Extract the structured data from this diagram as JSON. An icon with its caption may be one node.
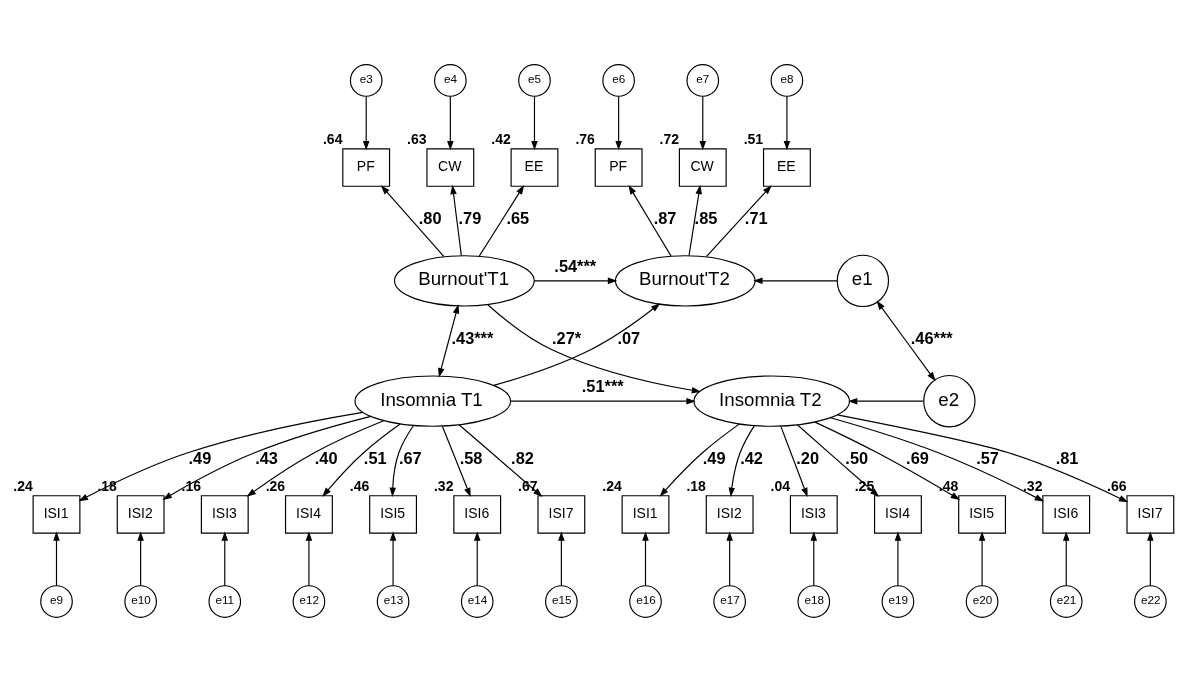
{
  "diagram": {
    "nodes": [
      {
        "text": [
          "e3"
        ]
      },
      {
        "text": [
          "e4"
        ]
      },
      {
        "text": [
          "e5"
        ]
      },
      {
        "text": [
          "e6"
        ]
      },
      {
        "text": [
          "e7"
        ]
      },
      {
        "text": [
          "e8"
        ]
      },
      {
        "text": [
          "PF"
        ],
        "beside": [
          ".64"
        ]
      },
      {
        "text": [
          "CW"
        ],
        "beside": [
          ".63"
        ]
      },
      {
        "text": [
          "EE"
        ],
        "beside": [
          ".42"
        ]
      },
      {
        "text": [
          "PF"
        ],
        "beside": [
          ".76"
        ]
      },
      {
        "text": [
          "CW"
        ],
        "beside": [
          ".72"
        ]
      },
      {
        "text": [
          "EE"
        ],
        "beside": [
          ".51"
        ]
      },
      {
        "text": [
          "Burnout'T1"
        ]
      },
      {
        "text": [
          "Burnout'T2"
        ]
      },
      {
        "text": [
          "e1"
        ]
      },
      {
        "text": [
          "Insomnia T1"
        ]
      },
      {
        "text": [
          "Insomnia T2"
        ]
      },
      {
        "text": [
          "e2"
        ]
      },
      {
        "text": [
          "ISI1"
        ],
        "beside": [
          ".24"
        ]
      },
      {
        "text": [
          "ISI2"
        ],
        "beside": [
          ".18"
        ]
      },
      {
        "text": [
          "ISI3"
        ],
        "beside": [
          ".16"
        ]
      },
      {
        "text": [
          "ISI4"
        ],
        "beside": [
          ".26"
        ]
      },
      {
        "text": [
          "ISI5"
        ],
        "beside": [
          ".46"
        ]
      },
      {
        "text": [
          "ISI6"
        ],
        "beside": [
          ".32"
        ]
      },
      {
        "text": [
          "ISI7"
        ],
        "beside": [
          ".67"
        ]
      },
      {
        "text": [
          "ISI1"
        ],
        "beside": [
          ".24"
        ]
      },
      {
        "text": [
          "ISI2"
        ],
        "beside": [
          ".18"
        ]
      },
      {
        "text": [
          "ISI3"
        ],
        "beside": [
          ".04"
        ]
      },
      {
        "text": [
          "ISI4"
        ],
        "beside": [
          ".25"
        ]
      },
      {
        "text": [
          "ISI5"
        ],
        "beside": [
          ".48"
        ]
      },
      {
        "text": [
          "ISI6"
        ],
        "beside": [
          ".32"
        ]
      },
      {
        "text": [
          "ISI7"
        ],
        "beside": [
          ".66"
        ]
      },
      {
        "text": [
          "e9"
        ]
      },
      {
        "text": [
          "e10"
        ]
      },
      {
        "text": [
          "e11"
        ]
      },
      {
        "text": [
          "e12"
        ]
      },
      {
        "text": [
          "e13"
        ]
      },
      {
        "text": [
          "e14"
        ]
      },
      {
        "text": [
          "e15"
        ]
      },
      {
        "text": [
          "e16"
        ]
      },
      {
        "text": [
          "e17"
        ]
      },
      {
        "text": [
          "e18"
        ]
      },
      {
        "text": [
          "e19"
        ]
      },
      {
        "text": [
          "e20"
        ]
      },
      {
        "text": [
          "e21"
        ]
      },
      {
        "text": [
          "e22"
        ]
      }
    ],
    "edges": [
      {
        "from": 0,
        "to": 6,
        "arrow": "to"
      },
      {
        "from": 1,
        "to": 7,
        "arrow": "to"
      },
      {
        "from": 2,
        "to": 8,
        "arrow": "to"
      },
      {
        "from": 3,
        "to": 9,
        "arrow": "to"
      },
      {
        "from": 4,
        "to": 10,
        "arrow": "to"
      },
      {
        "from": 5,
        "to": 11,
        "arrow": "to"
      },
      {
        "from": 12,
        "to": 6,
        "arrow": "to",
        "label": ".80"
      },
      {
        "from": 12,
        "to": 7,
        "arrow": "to",
        "label": ".79"
      },
      {
        "from": 12,
        "to": 8,
        "arrow": "to",
        "label": ".65"
      },
      {
        "from": 13,
        "to": 9,
        "arrow": "to",
        "label": ".87"
      },
      {
        "from": 13,
        "to": 10,
        "arrow": "to",
        "label": ".85"
      },
      {
        "from": 13,
        "to": 11,
        "arrow": "to",
        "label": ".71"
      },
      {
        "from": 12,
        "to": 13,
        "arrow": "to",
        "label": ".54***"
      },
      {
        "from": 12,
        "to": 16,
        "arrow": "to",
        "label": ".27*"
      },
      {
        "from": 15,
        "to": 13,
        "arrow": "to",
        "label": ".07"
      },
      {
        "from": 15,
        "to": 16,
        "arrow": "to",
        "label": ".51***"
      },
      {
        "from": 12,
        "to": 15,
        "arrow": "both",
        "label": ".43***"
      },
      {
        "from": 14,
        "to": 13,
        "arrow": "to"
      },
      {
        "from": 17,
        "to": 16,
        "arrow": "to"
      },
      {
        "from": 14,
        "to": 17,
        "arrow": "both",
        "label": ".46***"
      },
      {
        "from": 15,
        "to": 18,
        "arrow": "to",
        "label": ".49"
      },
      {
        "from": 15,
        "to": 19,
        "arrow": "to",
        "label": ".43"
      },
      {
        "from": 15,
        "to": 20,
        "arrow": "to",
        "label": ".40"
      },
      {
        "from": 15,
        "to": 21,
        "arrow": "to",
        "label": ".51"
      },
      {
        "from": 15,
        "to": 22,
        "arrow": "to",
        "label": ".67"
      },
      {
        "from": 15,
        "to": 23,
        "arrow": "to",
        "label": ".58"
      },
      {
        "from": 15,
        "to": 24,
        "arrow": "to",
        "label": ".82"
      },
      {
        "from": 16,
        "to": 25,
        "arrow": "to",
        "label": ".49"
      },
      {
        "from": 16,
        "to": 26,
        "arrow": "to",
        "label": ".42"
      },
      {
        "from": 16,
        "to": 27,
        "arrow": "to",
        "label": ".20"
      },
      {
        "from": 16,
        "to": 28,
        "arrow": "to",
        "label": ".50"
      },
      {
        "from": 16,
        "to": 29,
        "arrow": "to",
        "label": ".69"
      },
      {
        "from": 16,
        "to": 30,
        "arrow": "to",
        "label": ".57"
      },
      {
        "from": 16,
        "to": 31,
        "arrow": "to",
        "label": ".81"
      },
      {
        "from": 32,
        "to": 18,
        "arrow": "to"
      },
      {
        "from": 33,
        "to": 19,
        "arrow": "to"
      },
      {
        "from": 34,
        "to": 20,
        "arrow": "to"
      },
      {
        "from": 35,
        "to": 21,
        "arrow": "to"
      },
      {
        "from": 36,
        "to": 22,
        "arrow": "to"
      },
      {
        "from": 37,
        "to": 23,
        "arrow": "to"
      },
      {
        "from": 38,
        "to": 24,
        "arrow": "to"
      },
      {
        "from": 39,
        "to": 25,
        "arrow": "to"
      },
      {
        "from": 40,
        "to": 26,
        "arrow": "to"
      },
      {
        "from": 41,
        "to": 27,
        "arrow": "to"
      },
      {
        "from": 42,
        "to": 28,
        "arrow": "to"
      },
      {
        "from": 43,
        "to": 29,
        "arrow": "to"
      },
      {
        "from": 44,
        "to": 30,
        "arrow": "to"
      },
      {
        "from": 45,
        "to": 31,
        "arrow": "to"
      }
    ]
  }
}
